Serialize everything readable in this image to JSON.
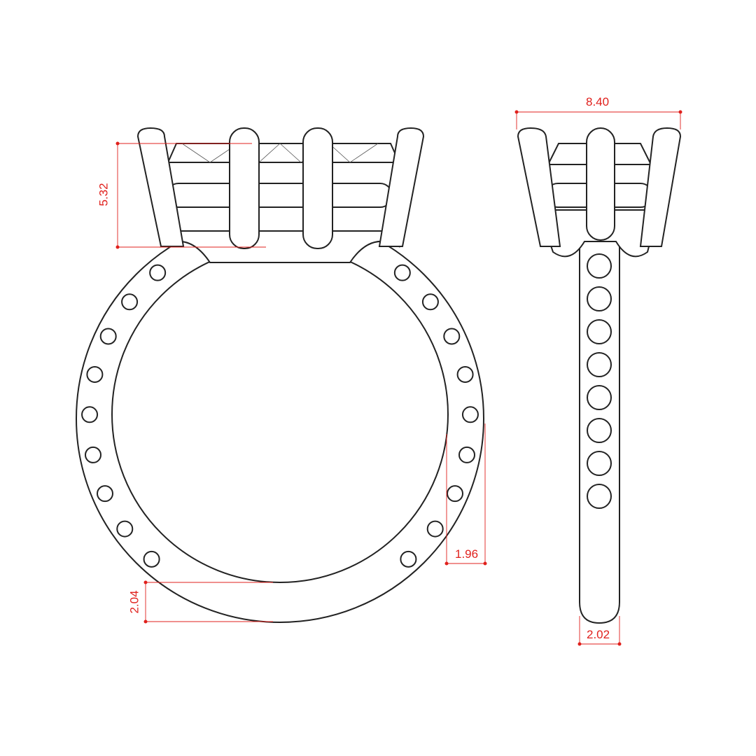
{
  "dimensions": {
    "head_width": "8.40",
    "head_height": "5.32",
    "band_thickness_side": "1.96",
    "band_thickness_bottom": "2.04",
    "band_width": "2.02"
  },
  "colors": {
    "dimension": "#e0201c",
    "line": "#222222"
  }
}
